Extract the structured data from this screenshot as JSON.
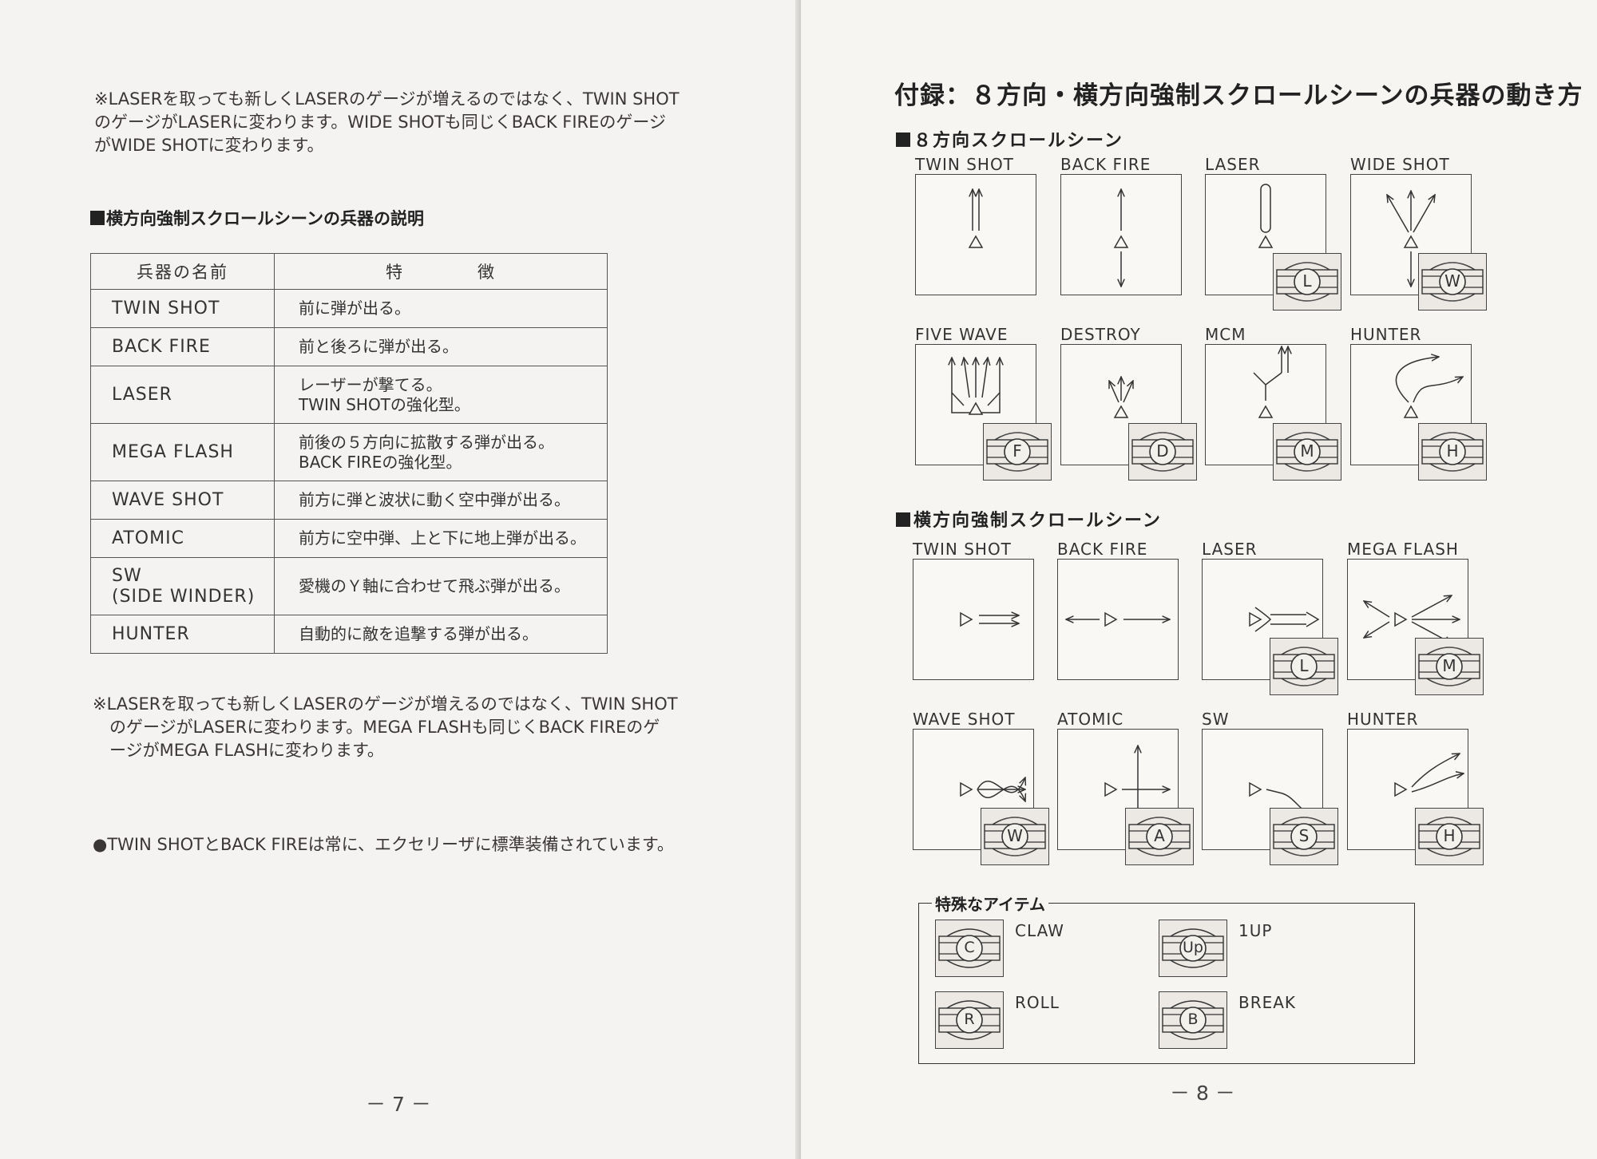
{
  "left": {
    "note_top": "※LASERを取っても新しくLASERのゲージが増えるのではなく、TWIN SHOT\nのゲージがLASERに変わります。WIDE SHOTも同じくBACK FIREのゲージ\nがWIDE SHOTに変わります。",
    "section_heading": "横方向強制スクロールシーンの兵器の説明",
    "table": {
      "header_name": "兵器の名前",
      "header_feature": "特　　　　徴",
      "rows": [
        {
          "name": "TWIN  SHOT",
          "feature": "前に弾が出る。"
        },
        {
          "name": "BACK  FIRE",
          "feature": "前と後ろに弾が出る。"
        },
        {
          "name": "LASER",
          "feature": "レーザーが撃てる。\nTWIN  SHOTの強化型。"
        },
        {
          "name": "MEGA  FLASH",
          "feature": "前後の５方向に拡散する弾が出る。\nBACK  FIREの強化型。"
        },
        {
          "name": "WAVE  SHOT",
          "feature": "前方に弾と波状に動く空中弾が出る。"
        },
        {
          "name": "ATOMIC",
          "feature": "前方に空中弾、上と下に地上弾が出る。"
        },
        {
          "name": "SW\n(SIDE  WINDER)",
          "feature": "愛機のＹ軸に合わせて飛ぶ弾が出る。"
        },
        {
          "name": "HUNTER",
          "feature": "自動的に敵を追撃する弾が出る。"
        }
      ]
    },
    "note_bottom": "※LASERを取っても新しくLASERのゲージが増えるのではなく、TWIN SHOT\n　のゲージがLASERに変わります。MEGA FLASHも同じくBACK FIREのゲ\n　ージがMEGA FLASHに変わります。",
    "note_standard": "●TWIN SHOTとBACK FIREは常に、エクセリーザに標準装備されています。",
    "page_number": "－ 7 －"
  },
  "right": {
    "title": "付録：８方向・横方向強制スクロールシーンの兵器の動き方",
    "section_8dir": "８方向スクロールシーン",
    "section_side": "横方向強制スクロールシーン",
    "eight_dir": [
      {
        "label": "TWIN  SHOT",
        "capsule": ""
      },
      {
        "label": "BACK  FIRE",
        "capsule": ""
      },
      {
        "label": "LASER",
        "capsule": "L"
      },
      {
        "label": "WIDE  SHOT",
        "capsule": "W"
      },
      {
        "label": "FIVE  WAVE",
        "capsule": "F"
      },
      {
        "label": "DESTROY",
        "capsule": "D"
      },
      {
        "label": "MCM",
        "capsule": "M"
      },
      {
        "label": "HUNTER",
        "capsule": "H"
      }
    ],
    "side_scroll": [
      {
        "label": "TWIN  SHOT",
        "capsule": ""
      },
      {
        "label": "BACK  FIRE",
        "capsule": ""
      },
      {
        "label": "LASER",
        "capsule": "L"
      },
      {
        "label": "MEGA  FLASH",
        "capsule": "M"
      },
      {
        "label": "WAVE  SHOT",
        "capsule": "W"
      },
      {
        "label": "ATOMIC",
        "capsule": "A"
      },
      {
        "label": "SW",
        "capsule": "S"
      },
      {
        "label": "HUNTER",
        "capsule": "H"
      }
    ],
    "special": {
      "title": "特殊なアイテム",
      "items": [
        {
          "letter": "C",
          "name": "CLAW"
        },
        {
          "letter": "Up",
          "name": "1UP"
        },
        {
          "letter": "R",
          "name": "ROLL"
        },
        {
          "letter": "B",
          "name": "BREAK"
        }
      ]
    },
    "page_number": "－ 8 －"
  }
}
